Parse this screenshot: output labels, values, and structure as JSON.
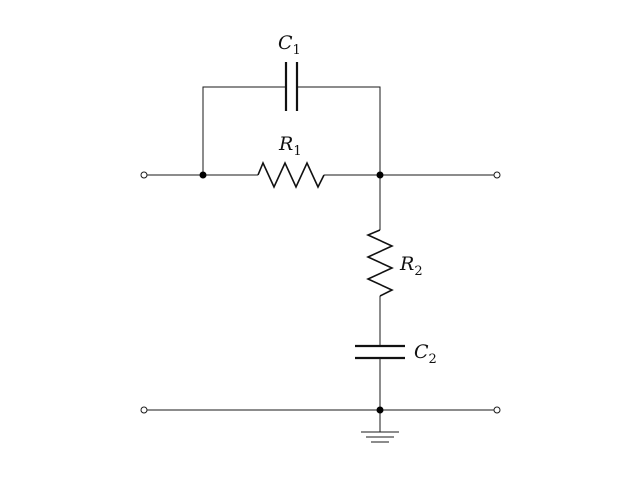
{
  "diagram": {
    "type": "circuit-schematic",
    "components": {
      "c1": {
        "kind": "capacitor",
        "letter": "C",
        "index": "1"
      },
      "r1": {
        "kind": "resistor",
        "letter": "R",
        "index": "1"
      },
      "r2": {
        "kind": "resistor",
        "letter": "R",
        "index": "2"
      },
      "c2": {
        "kind": "capacitor",
        "letter": "C",
        "index": "2"
      }
    },
    "topology": {
      "parallel_branch": [
        "c1",
        "r1"
      ],
      "shunt_branch_series": [
        "r2",
        "c2"
      ],
      "ground_symbol": "ground-icon",
      "input_terminals": 2,
      "output_terminals": 2,
      "junction_dots": 3
    }
  }
}
